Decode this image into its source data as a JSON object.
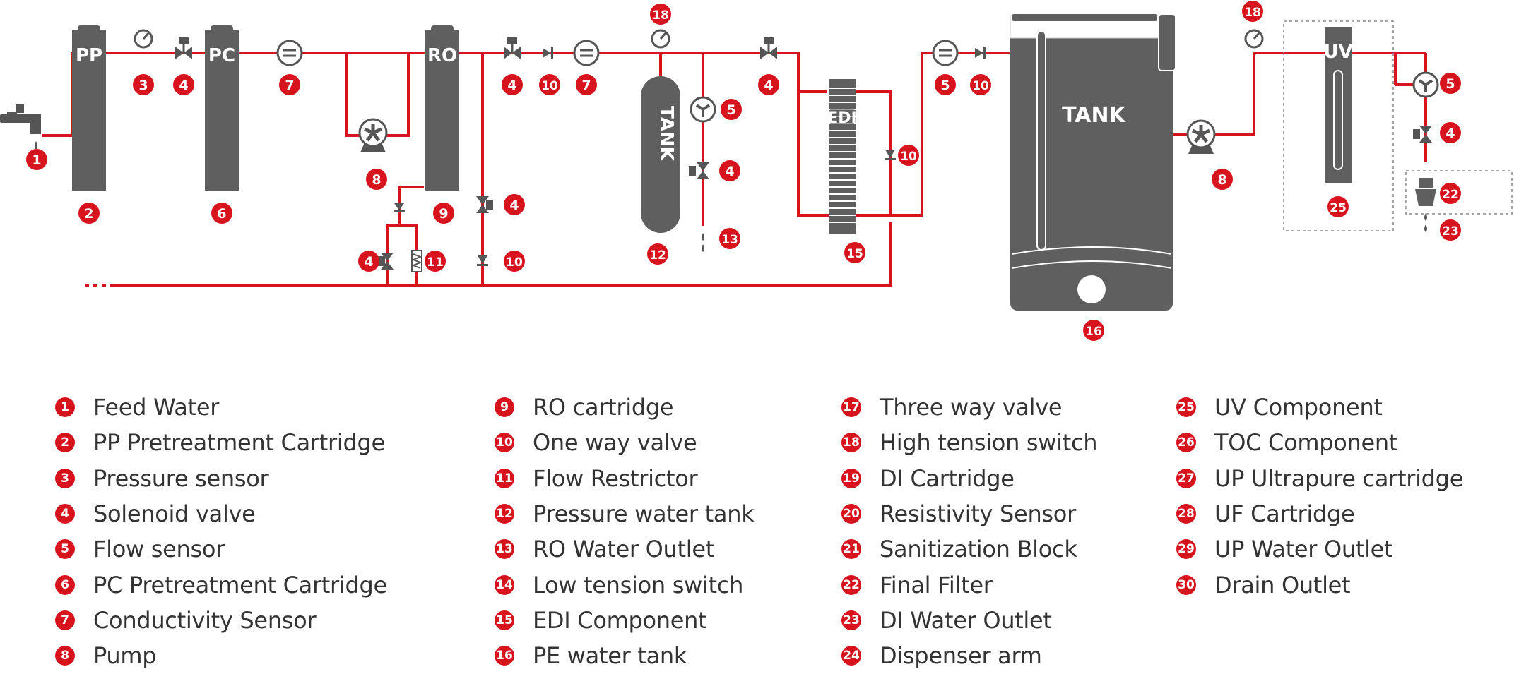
{
  "colors": {
    "pipe": "#d7141e",
    "component": "#5f5f5f",
    "badge": "#d7141e",
    "text": "#333333"
  },
  "component_labels": {
    "pp": "PP",
    "pc": "PC",
    "ro": "RO",
    "pressure_tank": "TANK",
    "edi": "EDI",
    "pe_tank": "TANK",
    "uv": "UV"
  },
  "diagram_badges": [
    "1",
    "2",
    "3",
    "4",
    "7",
    "6",
    "8",
    "9",
    "4",
    "11",
    "4",
    "10",
    "4",
    "10",
    "7",
    "18",
    "12",
    "5",
    "4",
    "13",
    "4",
    "15",
    "10",
    "5",
    "10",
    "16",
    "8",
    "18",
    "25",
    "5",
    "4",
    "22",
    "23"
  ],
  "legend": [
    {
      "num": "1",
      "label": "Feed Water"
    },
    {
      "num": "2",
      "label": "PP Pretreatment Cartridge"
    },
    {
      "num": "3",
      "label": "Pressure sensor"
    },
    {
      "num": "4",
      "label": "Solenoid valve"
    },
    {
      "num": "5",
      "label": "Flow sensor"
    },
    {
      "num": "6",
      "label": "PC Pretreatment Cartridge"
    },
    {
      "num": "7",
      "label": "Conductivity Sensor"
    },
    {
      "num": "8",
      "label": "Pump"
    },
    {
      "num": "9",
      "label": "RO cartridge"
    },
    {
      "num": "10",
      "label": "One way valve"
    },
    {
      "num": "11",
      "label": "Flow Restrictor"
    },
    {
      "num": "12",
      "label": "Pressure water tank"
    },
    {
      "num": "13",
      "label": "RO Water Outlet"
    },
    {
      "num": "14",
      "label": "Low tension switch"
    },
    {
      "num": "15",
      "label": "EDI Component"
    },
    {
      "num": "16",
      "label": "PE water tank"
    },
    {
      "num": "17",
      "label": "Three way valve"
    },
    {
      "num": "18",
      "label": "High tension switch"
    },
    {
      "num": "19",
      "label": "DI Cartridge"
    },
    {
      "num": "20",
      "label": "Resistivity Sensor"
    },
    {
      "num": "21",
      "label": "Sanitization Block"
    },
    {
      "num": "22",
      "label": "Final Filter"
    },
    {
      "num": "23",
      "label": "DI Water Outlet"
    },
    {
      "num": "24",
      "label": "Dispenser arm"
    },
    {
      "num": "25",
      "label": "UV Component"
    },
    {
      "num": "26",
      "label": "TOC Component"
    },
    {
      "num": "27",
      "label": "UP Ultrapure cartridge"
    },
    {
      "num": "28",
      "label": "UF Cartridge"
    },
    {
      "num": "29",
      "label": "UP Water Outlet"
    },
    {
      "num": "30",
      "label": "Drain Outlet"
    }
  ]
}
